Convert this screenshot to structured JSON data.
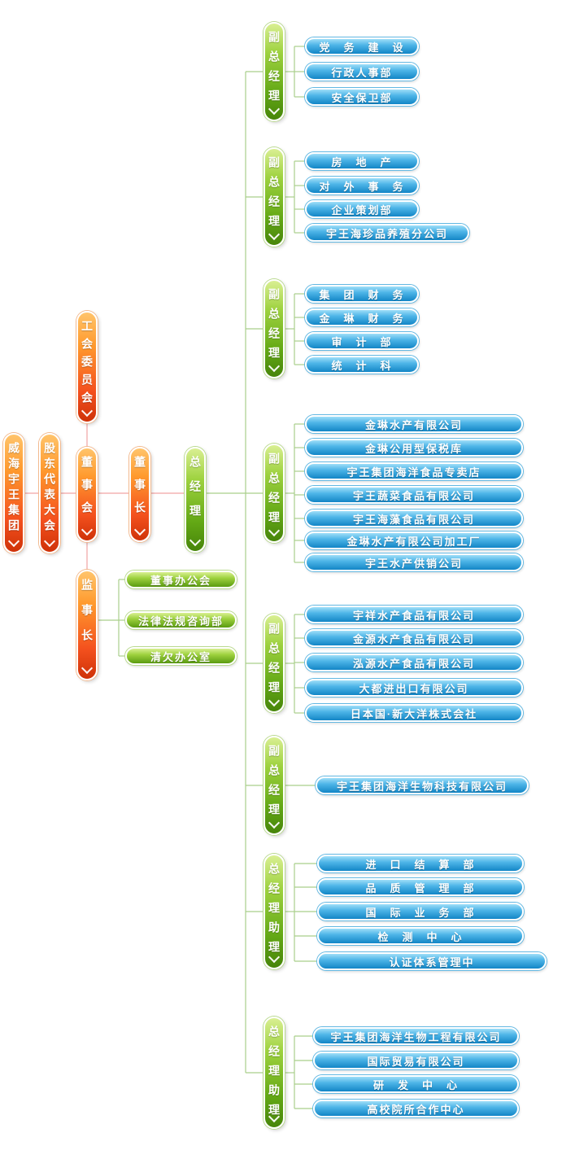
{
  "colors": {
    "orange_top": "#ffc46b",
    "orange_bottom": "#cf3208",
    "green_top": "#d9ef92",
    "green_bottom": "#47850a",
    "blue_top": "#9edef8",
    "blue_bottom": "#1386c6",
    "line_red": "#f0a3a3",
    "line_green": "#a9cf8b"
  },
  "chain": {
    "root": {
      "label": "威海宇王集团"
    },
    "shareholders": {
      "label": "股东代表大会"
    },
    "union": {
      "label": "工会委员会"
    },
    "board": {
      "label": "董事会"
    },
    "chairman": {
      "label": "董事长"
    },
    "supervisor": {
      "label": "监事长"
    },
    "gm": {
      "label": "总经理"
    }
  },
  "supervisor_offices": [
    "董事办公会",
    "法律法规咨询部",
    "清欠办公室"
  ],
  "groups": [
    {
      "label": "副总经理",
      "children": [
        "党　务　建　设",
        "行政人事部",
        "安全保卫部"
      ]
    },
    {
      "label": "副总经理",
      "children": [
        "房　地　产",
        "对　外　事　务",
        "企业策划部",
        "宇王海珍品养殖分公司"
      ]
    },
    {
      "label": "副总经理",
      "children": [
        "集　团　财　务",
        "金　琳　财　务",
        "审　计　部",
        "统　计　科"
      ]
    },
    {
      "label": "副总经理",
      "children": [
        "金琳水产有限公司",
        "金琳公用型保税库",
        "宇王集团海洋食品专卖店",
        "宇王蔬菜食品有限公司",
        "宇王海藻食品有限公司",
        "金琳水产有限公司加工厂",
        "宇王水产供销公司"
      ]
    },
    {
      "label": "副总经理",
      "children": [
        "宇祥水产食品有限公司",
        "金源水产食品有限公司",
        "泓源水产食品有限公司",
        "大都进出口有限公司",
        "日本国·新大洋株式会社"
      ]
    },
    {
      "label": "副总经理",
      "children": [
        "宇王集团海洋生物科技有限公司"
      ]
    },
    {
      "label": "总经理助理",
      "children": [
        "进　口　结　算　部",
        "品　质　管　理　部",
        "国　际　业　务　部",
        "检　测　中　心",
        "认证体系管理中"
      ]
    },
    {
      "label": "总经理助理",
      "children": [
        "宇王集团海洋生物工程有限公司",
        "国际贸易有限公司",
        "研　发　中　心",
        "高校院所合作中心"
      ]
    }
  ]
}
